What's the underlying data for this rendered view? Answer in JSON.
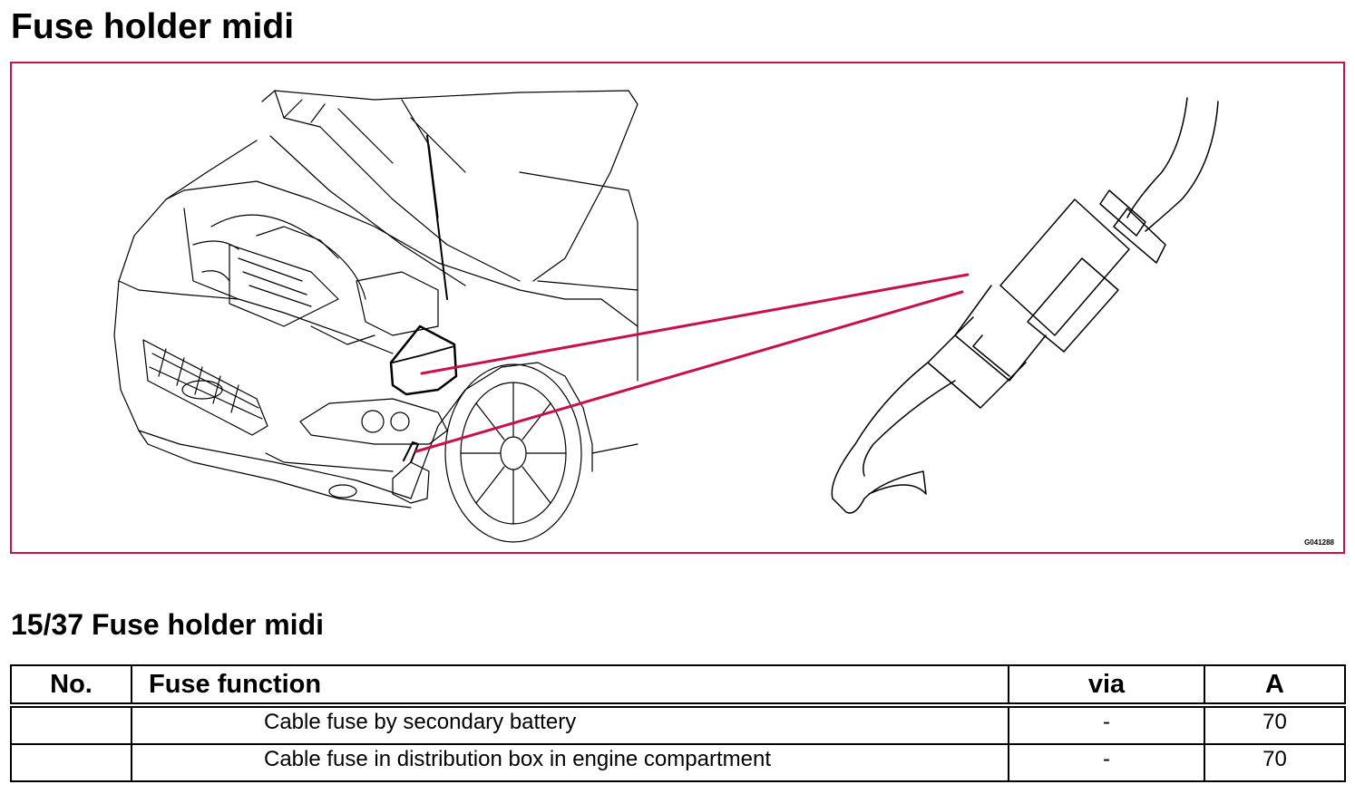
{
  "title": "Fuse holder midi",
  "figure": {
    "code": "G041288",
    "accent": "#c8104a"
  },
  "section_title": "15/37 Fuse holder midi",
  "table": {
    "headers": {
      "no": "No.",
      "function": "Fuse function",
      "via": "via",
      "amp": "A"
    },
    "rows": [
      {
        "no": "",
        "function": "Cable fuse by secondary battery",
        "via": "-",
        "amp": "70"
      },
      {
        "no": "",
        "function": "Cable fuse in distribution box in engine compartment",
        "via": "-",
        "amp": "70"
      }
    ]
  }
}
